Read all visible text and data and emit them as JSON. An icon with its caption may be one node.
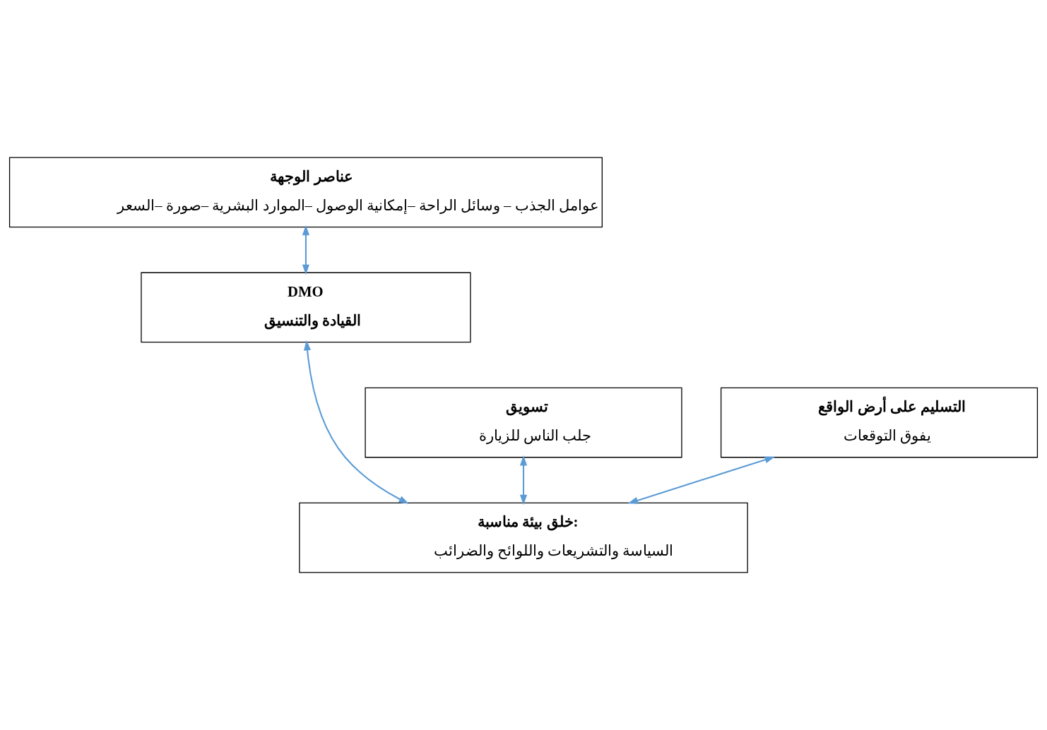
{
  "diagram": {
    "nodes": [
      {
        "text": [
          "عناصر الوجهة",
          "عوامل الجذب – وسائل الراحة –إمكانية الوصول –الموارد البشرية –صورة –السعر"
        ]
      },
      {
        "text": [
          "DMO",
          "القيادة والتنسيق"
        ]
      },
      {
        "text": [
          "تسويق",
          "جلب الناس للزيارة"
        ]
      },
      {
        "text": [
          "التسليم على أرض الواقع",
          "يفوق التوقعات"
        ]
      },
      {
        "text": [
          "خلق بيئة مناسبة:",
          "السياسة والتشريعات واللوائح والضرائب"
        ]
      }
    ],
    "edges": [
      {
        "from": 0,
        "to": 1,
        "arrow": "both"
      },
      {
        "from": 1,
        "to": 4,
        "arrow": "both"
      },
      {
        "from": 2,
        "to": 4,
        "arrow": "both"
      },
      {
        "from": 3,
        "to": 4,
        "arrow": "both"
      }
    ]
  }
}
